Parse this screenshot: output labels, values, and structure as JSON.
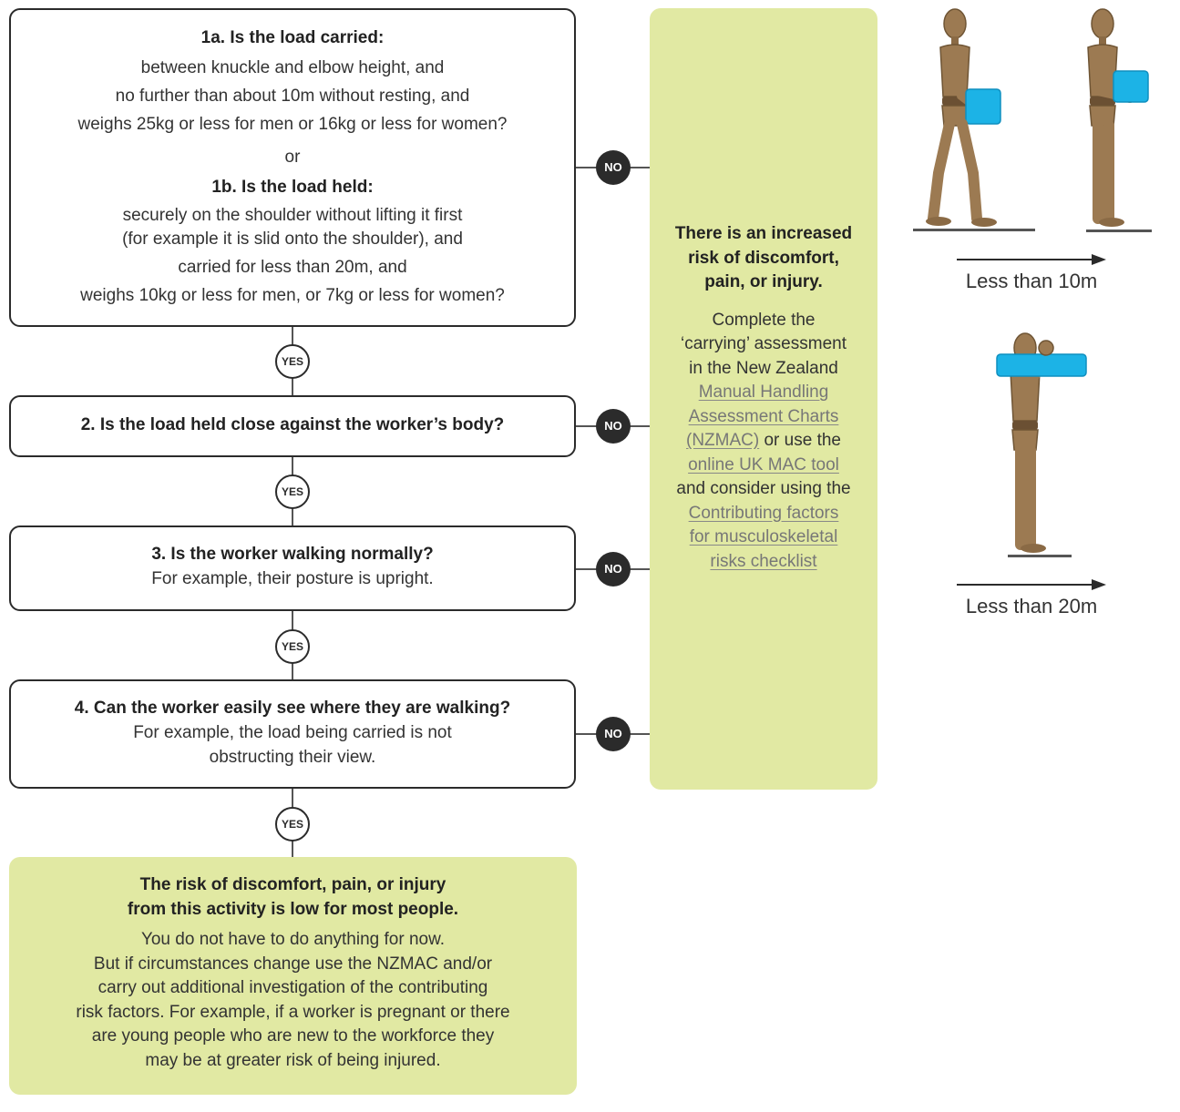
{
  "q1": {
    "a_title": "1a. Is the load carried:",
    "a_lines": [
      "between knuckle and elbow height, and",
      "no further than about 10m without resting, and",
      "weighs 25kg or less for men or 16kg or less for women?"
    ],
    "or": "or",
    "b_title": "1b. Is the load held:",
    "b_lines": [
      "securely on the shoulder without lifting it first",
      "(for example it is slid onto the shoulder), and",
      "carried for less than 20m, and",
      "weighs 10kg or less for men, or 7kg or less for women?"
    ]
  },
  "q2": {
    "title": "2. Is the load held close against the worker’s body?"
  },
  "q3": {
    "title": "3. Is the worker walking normally?",
    "sub": "For example, their posture is upright."
  },
  "q4": {
    "title": "4. Can the worker easily see where they are walking?",
    "sub1": "For example, the load being carried is not",
    "sub2": "obstructing their view."
  },
  "yes_label": "YES",
  "no_label": "NO",
  "risk": {
    "title_lines": [
      "There is an increased",
      "risk of discomfort,",
      "pain, or injury."
    ],
    "t1": "Complete the",
    "t2": "‘carrying’ assessment",
    "t3": "in the New Zealand",
    "link_nzmac_1": "Manual Handling",
    "link_nzmac_2": "Assessment Charts",
    "link_nzmac_3": "(NZMAC)",
    "t4": " or use the",
    "link_mac": "online UK MAC tool",
    "t5": "and consider using the",
    "link_cf_1": "Contributing factors",
    "link_cf_2": "for musculoskeletal",
    "link_cf_3": "risks checklist"
  },
  "low": {
    "title1": "The risk of discomfort, pain, or injury",
    "title2": "from this activity is low for most people.",
    "lines": [
      "You do not have to do anything for now.",
      "But if circumstances change use the NZMAC and/or",
      "carry out additional investigation of the contributing",
      "risk factors. For example, if a worker is pregnant or there",
      "are young people who are new to the workforce they",
      "may be at greater risk of being injured."
    ]
  },
  "illustration": {
    "caption_10m": "Less than 10m",
    "caption_20m": "Less than 20m",
    "figure_color": "#9c7a52",
    "load_color": "#1cb3e6"
  },
  "colors": {
    "green_panel": "#e1e9a3",
    "dark": "#2b2b2b"
  }
}
